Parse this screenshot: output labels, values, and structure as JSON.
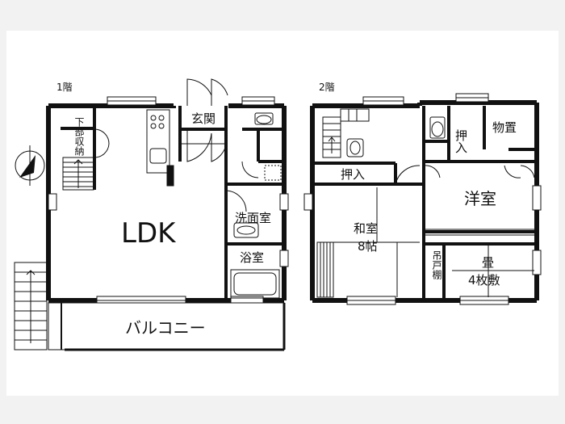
{
  "floors": {
    "first": {
      "label": "1階",
      "rooms": {
        "ldk": "LDK",
        "entrance": "玄関",
        "washroom": "洗面室",
        "bathroom": "浴室",
        "storage": "下部収納",
        "balcony": "バルコニー"
      }
    },
    "second": {
      "label": "2階",
      "rooms": {
        "closet_hall": "押入",
        "closet_small": "押入",
        "storeroom": "物置",
        "western_room": "洋室",
        "japanese_room": "和室",
        "japanese_size": "8帖",
        "hanging_shelf": "吊戸棚",
        "tatami": "畳",
        "tatami_count": "4枚敷"
      }
    }
  },
  "colors": {
    "wall": "#111111",
    "background": "#f2f2f2",
    "paper": "#ffffff",
    "accent": "#1a1a1a"
  }
}
